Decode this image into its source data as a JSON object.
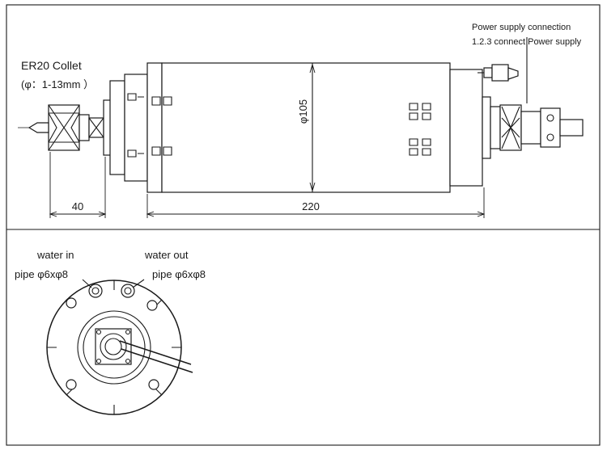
{
  "labels": {
    "collet": "ER20 Collet",
    "collet_range": "(φ：1-13mm ）",
    "power_line1": "Power supply connection",
    "power_line2": "1.2.3 connect Power supply",
    "water_in_line1": "water in",
    "water_in_line2": "pipe φ6xφ8",
    "water_out_line1": "water out",
    "water_out_line2": "pipe φ6xφ8"
  },
  "dimensions": {
    "collet_length": "40",
    "body_length": "220",
    "diameter": "φ105"
  }
}
